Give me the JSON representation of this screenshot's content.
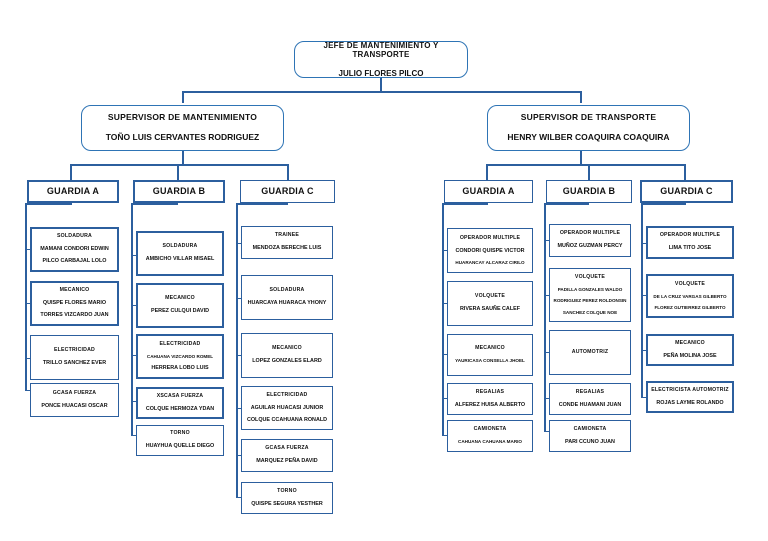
{
  "document": {
    "type": "organizational-chart",
    "language": "es"
  },
  "root": {
    "title": "JEFE DE MANTENIMIENTO Y TRANSPORTE",
    "name": "JULIO FLORES PILCO"
  },
  "supervisors": [
    {
      "id": "mantenimiento",
      "title": "SUPERVISOR DE MANTENIMIENTO",
      "name": "TOÑO LUIS CERVANTES RODRIGUEZ"
    },
    {
      "id": "transporte",
      "title": "SUPERVISOR DE TRANSPORTE",
      "name": "HENRY WILBER COAQUIRA COAQUIRA"
    }
  ],
  "guardias": {
    "mant_a": {
      "label": "GUARDIA A"
    },
    "mant_b": {
      "label": "GUARDIA B"
    },
    "mant_c": {
      "label": "GUARDIA C"
    },
    "trans_a": {
      "label": "GUARDIA A"
    },
    "trans_b": {
      "label": "GUARDIA B"
    },
    "trans_c": {
      "label": "GUARDIA C"
    }
  },
  "roles": {
    "mant_a": [
      {
        "title": "SOLDADURA",
        "names": [
          "MAMANI CONDORI EDWIN",
          "PILCO CARBAJAL LOLO"
        ]
      },
      {
        "title": "MECANICO",
        "names": [
          "QUISPE FLORES MARIO",
          "TORRES VIZCARDO JUAN"
        ]
      },
      {
        "title": "ELECTRICIDAD",
        "names": [
          "TRILLO SANCHEZ EVER"
        ]
      },
      {
        "title": "GCASA FUERZA",
        "names": [
          "PONCE HUACASI OSCAR"
        ]
      }
    ],
    "mant_b": [
      {
        "title": "SOLDADURA",
        "names": [
          "AMBICHO VILLAR MISAEL"
        ]
      },
      {
        "title": "MECANICO",
        "names": [
          "PEREZ CULQUI DAVID"
        ]
      },
      {
        "title": "ELECTRICIDAD",
        "names": [
          "CAHUANA VIZCARDO ROMEL",
          "HERRERA LOBO LUIS"
        ]
      },
      {
        "title": "XSCASA FUERZA",
        "names": [
          "COLQUE HERMOZA YDAN"
        ]
      },
      {
        "title": "TORNO",
        "names": [
          "HUAYHUA QUELLE DIEGO"
        ]
      }
    ],
    "mant_c": [
      {
        "title": "TRAINEE",
        "names": [
          "MENDOZA BERECHE LUIS"
        ]
      },
      {
        "title": "SOLDADURA",
        "names": [
          "HUARCAYA HUARACA YHONY"
        ]
      },
      {
        "title": "MECANICO",
        "names": [
          "LOPEZ GONZALES ELARD"
        ]
      },
      {
        "title": "ELECTRICIDAD",
        "names": [
          "AGUILAR HUACASI JUNIOR",
          "COLQUE CCAHUANA RONALD"
        ]
      },
      {
        "title": "GCASA FUERZA",
        "names": [
          "MARQUEZ PEÑA DAVID"
        ]
      },
      {
        "title": "TORNO",
        "names": [
          "QUISPE SEGURA YESTHER"
        ]
      }
    ],
    "trans_a": [
      {
        "title": "OPERADOR MULTIPLE",
        "names": [
          "CONDORI QUISPE VICTOR",
          "HUARANCAY ALCARAZ CIRILO"
        ]
      },
      {
        "title": "VOLQUETE",
        "names": [
          "RIVERA SAUÑE CALEF"
        ]
      },
      {
        "title": "MECANICO",
        "names": [
          "YAURICASA CONSELLA JHOEL"
        ]
      },
      {
        "title": "REGALIAS",
        "names": [
          "ALFEREZ HUISA ALBERTO"
        ]
      },
      {
        "title": "CAMIONETA",
        "names": [
          "CAHUANA CAHUANA MARIO"
        ]
      }
    ],
    "trans_b": [
      {
        "title": "OPERADOR MULTIPLE",
        "names": [
          "MUÑOZ GUZMAN PERCY"
        ]
      },
      {
        "title": "VOLQUETE",
        "names": [
          "PADILLA GONZALES WALDO",
          "RODRIGUEZ PEREZ ROLDONSIN",
          "SANCHEZ COLQUE NOE"
        ]
      },
      {
        "title": "AUTOMOTRIZ",
        "names": []
      },
      {
        "title": "REGALIAS",
        "names": [
          "CONDE HUAMANI JUAN"
        ]
      },
      {
        "title": "CAMIONETA",
        "names": [
          "PARI CCUNO JUAN"
        ]
      }
    ],
    "trans_c": [
      {
        "title": "OPERADOR MULTIPLE",
        "names": [
          "LIMA TITO JOSE"
        ]
      },
      {
        "title": "VOLQUETE",
        "names": [
          "DE LA CRUZ VARGAS GILBERTO",
          "FLOREZ GUTIERREZ GILBERTO"
        ]
      },
      {
        "title": "MECANICO",
        "names": [
          "PEÑA MOLINA JOSE"
        ]
      },
      {
        "title": "ELECTRICISTA AUTOMOTRIZ",
        "names": [
          "ROJAS LAYME ROLANDO"
        ]
      }
    ]
  },
  "colors": {
    "border": "#2c5f9e",
    "connector": "#2c5f9e",
    "background": "#ffffff",
    "text": "#111111"
  }
}
